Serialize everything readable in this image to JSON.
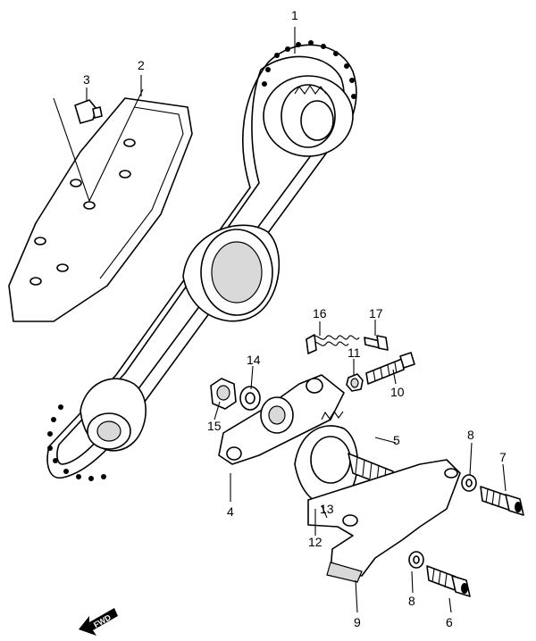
{
  "callouts": {
    "c1": "1",
    "c2": "2",
    "c3": "3",
    "c4": "4",
    "c5": "5",
    "c6": "6",
    "c7": "7",
    "c8a": "8",
    "c8b": "8",
    "c9": "9",
    "c10": "10",
    "c11": "11",
    "c12": "12",
    "c13": "13",
    "c14": "14",
    "c15": "15",
    "c16": "16",
    "c17": "17"
  },
  "direction_label": "FWD"
}
